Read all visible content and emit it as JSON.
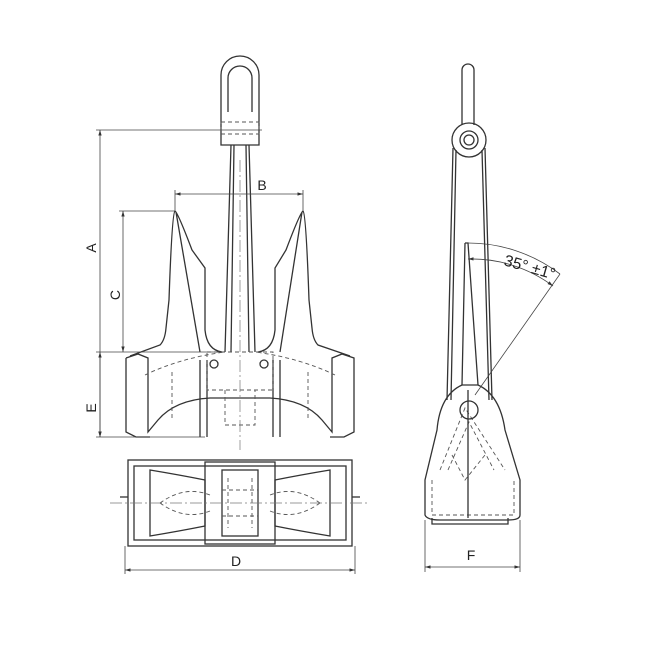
{
  "dimensions": {
    "A": "A",
    "B": "B",
    "C": "C",
    "D": "D",
    "E": "E",
    "F": "F"
  },
  "angle_label": "35° ±1°",
  "colors": {
    "line": "#333333",
    "background": "#ffffff"
  }
}
